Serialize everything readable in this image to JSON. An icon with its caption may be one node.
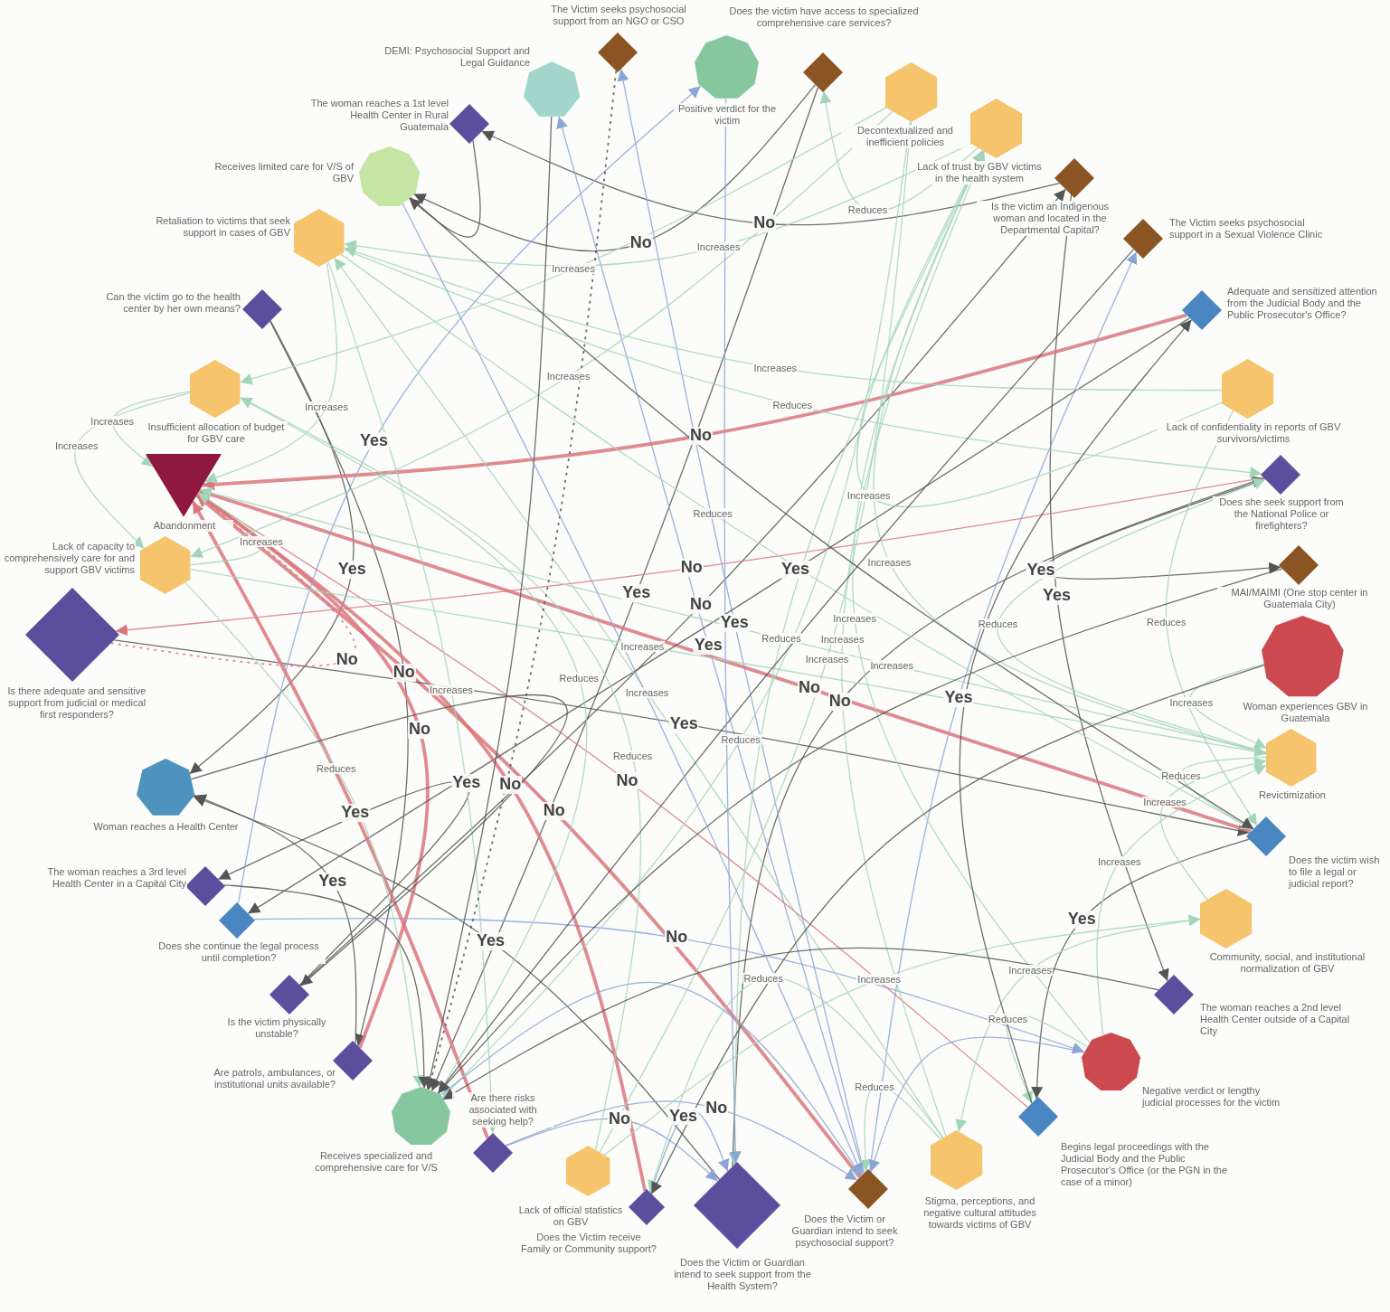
{
  "diagram": {
    "nodes": [
      {
        "text": [
          "The Victim seeks psychosocial support from an NGO or CSO"
        ]
      },
      {
        "text": [
          "Positive verdict for the victim"
        ]
      },
      {
        "text": [
          "Does the victim have access to specialized comprehensive care services?"
        ]
      },
      {
        "text": [
          "Decontextualized and inefficient policies"
        ]
      },
      {
        "text": [
          "Lack of trust by GBV victims in the health system"
        ]
      },
      {
        "text": [
          "Is the victim an Indigenous woman and located in the Departmental Capital?"
        ]
      },
      {
        "text": [
          "The Victim seeks psychosocial support in a Sexual Violence Clinic"
        ]
      },
      {
        "text": [
          "Adequate and sensitized attention from the Judicial Body and the Public Prosecutor's Office?"
        ]
      },
      {
        "text": [
          "Lack of confidentiality in reports of GBV survivors/victims"
        ]
      },
      {
        "text": [
          "Does she seek support from the National Police or firefighters?"
        ]
      },
      {
        "text": [
          "MAI/MAIMI (One stop center in Guatemala City)"
        ]
      },
      {
        "text": [
          "Woman experiences GBV in Guatemala"
        ]
      },
      {
        "text": [
          "Revictimization"
        ]
      },
      {
        "text": [
          "Does the victim wish to file a legal or judicial report?"
        ]
      },
      {
        "text": [
          "Community, social, and institutional normalization of GBV"
        ]
      },
      {
        "text": [
          "The woman reaches a 2nd level Health Center outside of a Capital City"
        ]
      },
      {
        "text": [
          "Negative verdict or lengthy judicial processes for the victim"
        ]
      },
      {
        "text": [
          "Begins legal proceedings with the Judicial Body and the Public Prosecutor's Office (or the PGN in the case of a minor)"
        ]
      },
      {
        "text": [
          "Stigma, perceptions, and negative cultural attitudes towards victims of GBV"
        ]
      },
      {
        "text": [
          "Does the Victim or Guardian intend to seek psychosocial support?"
        ]
      },
      {
        "text": [
          "Does the Victim or Guardian intend to seek support from the Health System?"
        ]
      },
      {
        "text": [
          "Does the Victim receive Family or Community support?"
        ]
      },
      {
        "text": [
          "Lack of official statistics on GBV"
        ]
      },
      {
        "text": [
          "Are there risks associated with seeking help?"
        ]
      },
      {
        "text": [
          "Receives specialized and comprehensive care for V/S"
        ]
      },
      {
        "text": [
          "Are patrols, ambulances, or institutional units available?"
        ]
      },
      {
        "text": [
          "Is the victim physically unstable?"
        ]
      },
      {
        "text": [
          "Does she continue the legal process until completion?"
        ]
      },
      {
        "text": [
          "The woman reaches a 3rd level Health Center in a Capital City"
        ]
      },
      {
        "text": [
          "Woman reaches a Health Center"
        ]
      },
      {
        "text": [
          "Is there adequate and sensitive support from judicial or medical first responders?"
        ]
      },
      {
        "text": [
          "Lack of capacity to comprehensively care for and support GBV victims"
        ]
      },
      {
        "text": [
          "Abandonment"
        ]
      },
      {
        "text": [
          "Insufficient allocation of budget for GBV care"
        ]
      },
      {
        "text": [
          "Can the victim go to the health center by her own means?"
        ]
      },
      {
        "text": [
          "Retaliation to victims that seek support in cases of GBV"
        ]
      },
      {
        "text": [
          "Receives limited care for V/S of GBV"
        ]
      },
      {
        "text": [
          "The woman reaches a 1st level Health Center in Rural Guatemala"
        ]
      },
      {
        "text": [
          "DEMI: Psychosocial Support and Legal Guidance"
        ]
      }
    ],
    "edges": [
      {
        "from": 20,
        "to": 29,
        "arrow": "to",
        "label": "Yes",
        "color": "#555555"
      },
      {
        "from": 20,
        "to": 9,
        "arrow": "to",
        "label": "No",
        "color": "#555555"
      },
      {
        "from": 34,
        "to": 29,
        "arrow": "to",
        "label": "Yes",
        "color": "#555555"
      },
      {
        "from": 34,
        "to": 25,
        "arrow": "to",
        "label": "No",
        "color": "#555555"
      },
      {
        "from": 25,
        "to": 29,
        "arrow": "to",
        "label": "Yes",
        "color": "#555555"
      },
      {
        "from": 25,
        "to": 32,
        "arrow": "to",
        "label": "No",
        "color": "#d9777c",
        "style": "thick"
      },
      {
        "from": 26,
        "to": 28,
        "arrow": "to",
        "label": "Yes",
        "color": "#555555"
      },
      {
        "from": 26,
        "to": 5,
        "arrow": "to",
        "label": "No",
        "color": "#555555"
      },
      {
        "from": 5,
        "to": 15,
        "arrow": "to",
        "label": "Yes",
        "color": "#555555"
      },
      {
        "from": 5,
        "to": 37,
        "arrow": "to",
        "label": "No",
        "color": "#555555"
      },
      {
        "from": 2,
        "to": 24,
        "arrow": "to",
        "label": "Yes",
        "color": "#555555"
      },
      {
        "from": 2,
        "to": 36,
        "arrow": "to",
        "label": "No",
        "color": "#555555"
      },
      {
        "from": 19,
        "to": 0,
        "arrow": "to",
        "label": "Yes",
        "color": "#8aa6d6"
      },
      {
        "from": 19,
        "to": 38,
        "arrow": "to",
        "label": "Yes",
        "color": "#8aa6d6"
      },
      {
        "from": 19,
        "to": 6,
        "arrow": "to",
        "label": "Yes",
        "color": "#8aa6d6"
      },
      {
        "from": 19,
        "to": 32,
        "arrow": "to",
        "label": "No",
        "color": "#d9777c",
        "style": "thick"
      },
      {
        "from": 9,
        "to": 10,
        "arrow": "to",
        "label": "Yes",
        "color": "#555555"
      },
      {
        "from": 9,
        "to": 30,
        "arrow": "to",
        "label": "No",
        "color": "#d9777c"
      },
      {
        "from": 30,
        "to": 13,
        "arrow": "to",
        "label": "Yes",
        "color": "#555555"
      },
      {
        "from": 30,
        "to": 32,
        "arrow": "to",
        "label": "No",
        "color": "#d9777c",
        "style": "dashed"
      },
      {
        "from": 13,
        "to": 17,
        "arrow": "to",
        "label": "Yes",
        "color": "#555555"
      },
      {
        "from": 13,
        "to": 32,
        "arrow": "to",
        "label": "No",
        "color": "#d9777c",
        "style": "thick"
      },
      {
        "from": 7,
        "to": 27,
        "arrow": "to",
        "label": "Yes",
        "color": "#555555"
      },
      {
        "from": 7,
        "to": 32,
        "arrow": "to",
        "label": "No",
        "color": "#d9777c",
        "style": "thick"
      },
      {
        "from": 27,
        "to": 1,
        "arrow": "to",
        "label": "Yes",
        "color": "#8aa6d6"
      },
      {
        "from": 27,
        "to": 16,
        "arrow": "to",
        "label": "No",
        "color": "#8aa6d6"
      },
      {
        "from": 21,
        "to": 20,
        "arrow": "to",
        "label": "Yes",
        "color": "#8aa6d6"
      },
      {
        "from": 21,
        "to": 32,
        "arrow": "to",
        "label": "No",
        "color": "#d9777c",
        "style": "thick"
      },
      {
        "from": 23,
        "to": 32,
        "arrow": "to",
        "label": "Yes",
        "color": "#d9777c",
        "style": "thick"
      },
      {
        "from": 23,
        "to": 19,
        "arrow": "to",
        "label": "No",
        "color": "#8aa6d6"
      },
      {
        "from": 23,
        "to": 20,
        "arrow": "to",
        "label": "No",
        "color": "#8aa6d6"
      },
      {
        "from": 17,
        "to": 32,
        "arrow": "to",
        "label": "No",
        "color": "#d9777c"
      },
      {
        "from": 14,
        "to": 18,
        "arrow": "to",
        "label": "Increases"
      },
      {
        "from": 14,
        "to": 12,
        "arrow": "to",
        "label": "Increases"
      },
      {
        "from": 12,
        "to": 4,
        "arrow": "to",
        "label": "Increases"
      },
      {
        "from": 4,
        "to": 35,
        "arrow": "to",
        "label": "Increases"
      },
      {
        "from": 35,
        "to": 23,
        "arrow": "to",
        "label": "Increases"
      },
      {
        "from": 3,
        "to": 31,
        "arrow": "to",
        "label": "Increases"
      },
      {
        "from": 3,
        "to": 33,
        "arrow": "to",
        "label": "Increases"
      },
      {
        "from": 33,
        "to": 31,
        "arrow": "to",
        "label": "Increases"
      },
      {
        "from": 31,
        "to": 12,
        "arrow": "to",
        "label": "Increases"
      },
      {
        "from": 22,
        "to": 3,
        "arrow": "to",
        "label": "Increases"
      },
      {
        "from": 18,
        "to": 35,
        "arrow": "to",
        "label": "Increases"
      },
      {
        "from": 8,
        "to": 4,
        "arrow": "to",
        "label": "Increases"
      },
      {
        "from": 8,
        "to": 35,
        "arrow": "to",
        "label": "Increases"
      },
      {
        "from": 12,
        "to": 32,
        "arrow": "to",
        "label": "Increases"
      },
      {
        "from": 31,
        "to": 32,
        "arrow": "to",
        "label": "Increases"
      },
      {
        "from": 33,
        "to": 32,
        "arrow": "to",
        "label": "Increases"
      },
      {
        "from": 35,
        "to": 32,
        "arrow": "to",
        "label": "Increases"
      },
      {
        "from": 16,
        "to": 12,
        "arrow": "to",
        "label": "Increases"
      },
      {
        "from": 16,
        "to": 4,
        "arrow": "to",
        "label": "Increases"
      },
      {
        "from": 11,
        "to": 12,
        "arrow": "to",
        "label": "Increases"
      },
      {
        "from": 18,
        "to": 4,
        "arrow": "to",
        "label": "Increases"
      },
      {
        "from": 22,
        "to": 14,
        "arrow": "to",
        "label": "Increases"
      },
      {
        "from": 4,
        "to": 2,
        "arrow": "to",
        "label": "Reduces"
      },
      {
        "from": 4,
        "to": 20,
        "arrow": "to",
        "label": "Reduces"
      },
      {
        "from": 12,
        "to": 13,
        "arrow": "to",
        "label": "Reduces"
      },
      {
        "from": 12,
        "to": 9,
        "arrow": "to",
        "label": "Reduces"
      },
      {
        "from": 18,
        "to": 19,
        "arrow": "to",
        "label": "Reduces"
      },
      {
        "from": 18,
        "to": 21,
        "arrow": "to",
        "label": "Reduces"
      },
      {
        "from": 35,
        "to": 13,
        "arrow": "to",
        "label": "Reduces"
      },
      {
        "from": 35,
        "to": 9,
        "arrow": "to",
        "label": "Reduces"
      },
      {
        "from": 22,
        "to": 33,
        "arrow": "to",
        "label": "Reduces"
      },
      {
        "from": 31,
        "to": 24,
        "arrow": "to",
        "label": "Reduces"
      },
      {
        "from": 33,
        "to": 24,
        "arrow": "to",
        "label": "Reduces"
      },
      {
        "from": 3,
        "to": 24,
        "arrow": "to",
        "label": "Reduces"
      },
      {
        "from": 8,
        "to": 13,
        "arrow": "to",
        "label": "Reduces"
      },
      {
        "from": 16,
        "to": 17,
        "arrow": "to",
        "label": "Reduces"
      },
      {
        "from": 11,
        "to": 21,
        "arrow": "to",
        "color": "#555555"
      },
      {
        "from": 28,
        "to": 24,
        "arrow": "to",
        "color": "#555555"
      },
      {
        "from": 15,
        "to": 24,
        "arrow": "to",
        "color": "#555555"
      },
      {
        "from": 37,
        "to": 36,
        "arrow": "to",
        "color": "#555555"
      },
      {
        "from": 10,
        "to": 24,
        "arrow": "to",
        "color": "#555555"
      },
      {
        "from": 6,
        "to": 24,
        "arrow": "to",
        "color": "#555555"
      },
      {
        "from": 38,
        "to": 24,
        "arrow": "to",
        "color": "#555555"
      },
      {
        "from": 36,
        "to": 13,
        "arrow": "to",
        "color": "#555555"
      },
      {
        "from": 17,
        "to": 7,
        "arrow": "to",
        "color": "#555555"
      },
      {
        "from": 0,
        "to": 24,
        "arrow": "to",
        "color": "#555555",
        "style": "dashed"
      },
      {
        "from": 29,
        "to": 26,
        "arrow": "to",
        "color": "#555555"
      },
      {
        "from": 24,
        "to": 19,
        "arrow": "to",
        "color": "#8aa6d6"
      },
      {
        "from": 36,
        "to": 19,
        "arrow": "to",
        "color": "#8aa6d6"
      },
      {
        "from": 1,
        "to": 20,
        "arrow": "to",
        "color": "#8aa6d6"
      },
      {
        "from": 16,
        "to": 19,
        "arrow": "to",
        "color": "#8aa6d6"
      }
    ]
  }
}
